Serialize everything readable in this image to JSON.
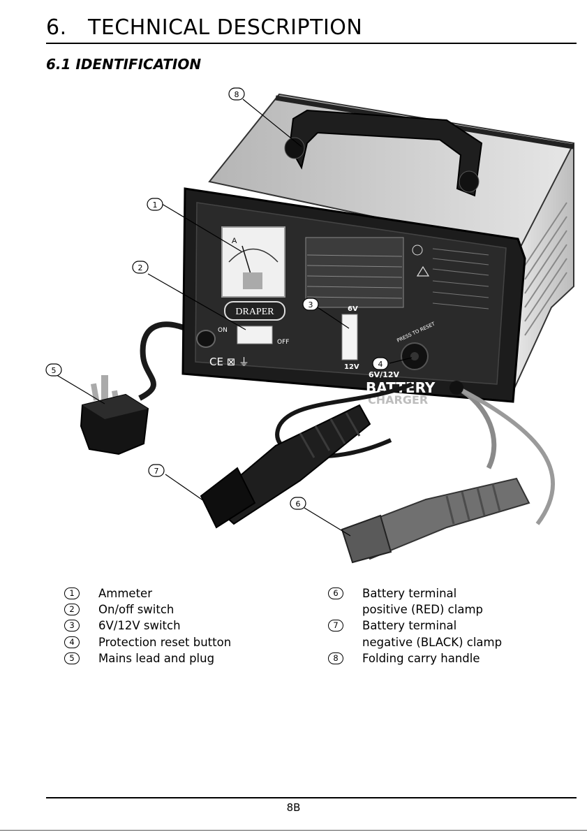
{
  "header": {
    "number": "6.",
    "title": "TECHNICAL DESCRIPTION"
  },
  "section": {
    "title": "6.1 IDENTIFICATION"
  },
  "figure": {
    "callouts": [
      "1",
      "2",
      "3",
      "4",
      "5",
      "6",
      "7",
      "8"
    ],
    "device_labels": {
      "brand": "DRAPER",
      "on": "ON",
      "off": "OFF",
      "sixv": "6V",
      "twelvev": "12V",
      "press_to_reset": "PRESS TO RESET",
      "voltage": "6V/12V",
      "battery": "BATTERY",
      "charger": "CHARGER",
      "meter_a": "A",
      "ce_marks": "CE ⊠ ⏚"
    }
  },
  "legend": {
    "left": [
      {
        "marker": "1",
        "text": "Ammeter"
      },
      {
        "marker": "2",
        "text": "On/off switch"
      },
      {
        "marker": "3",
        "text": "6V/12V switch"
      },
      {
        "marker": "4",
        "text": "Protection reset button"
      },
      {
        "marker": "5",
        "text": "Mains lead and plug"
      }
    ],
    "right": [
      {
        "marker": "6",
        "text": "Battery terminal\npositive (RED) clamp"
      },
      {
        "marker": "7",
        "text": "Battery terminal\nnegative (BLACK) clamp"
      },
      {
        "marker": "8",
        "text": "Folding carry handle"
      }
    ]
  },
  "footer": {
    "page_number": "8B"
  }
}
